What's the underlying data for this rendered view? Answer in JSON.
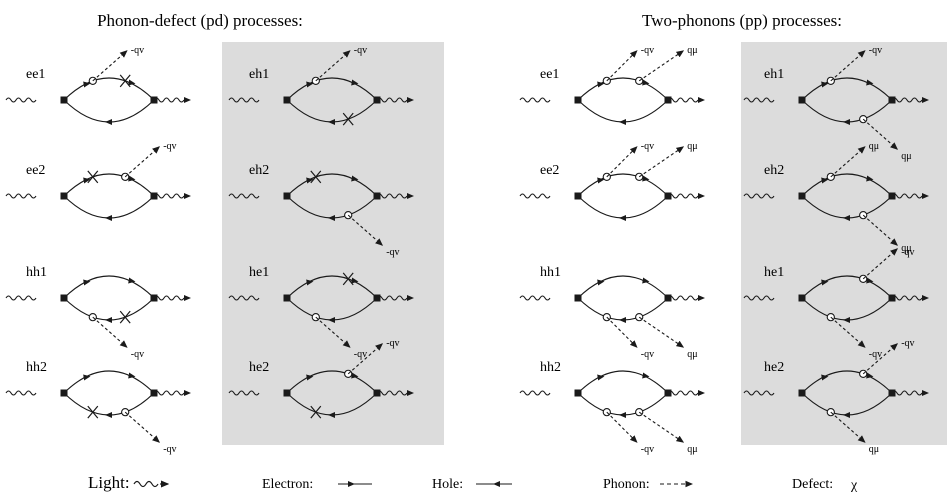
{
  "titles": {
    "left": "Phonon-defect (pd) processes:",
    "right": "Two-phonons (pp) processes:"
  },
  "colors": {
    "ink": "#1a1a1a",
    "panel": "#dcdcdc"
  },
  "diagrams": [
    {
      "id": "pd-ee1",
      "label": "ee1",
      "topEmit": "-qv",
      "markers": [
        "top-open-left",
        "top-defect-right"
      ]
    },
    {
      "id": "pd-eh1",
      "label": "eh1",
      "topEmit": "-qv",
      "markers": [
        "top-open-left",
        "bottom-defect-right"
      ]
    },
    {
      "id": "pd-ee2",
      "label": "ee2",
      "topEmit": "-qv",
      "markers": [
        "top-defect-left",
        "top-open-right"
      ]
    },
    {
      "id": "pd-eh2",
      "label": "eh2",
      "bottomEmit": "-qv",
      "markers": [
        "top-defect-left",
        "bottom-open-right"
      ]
    },
    {
      "id": "pd-hh1",
      "label": "hh1",
      "bottomEmit": "-qv",
      "markers": [
        "bottom-open-left",
        "bottom-defect-right"
      ]
    },
    {
      "id": "pd-he1",
      "label": "he1",
      "bottomEmit": "-qv",
      "markers": [
        "bottom-open-left",
        "top-defect-right"
      ]
    },
    {
      "id": "pd-hh2",
      "label": "hh2",
      "bottomEmit": "-qv",
      "markers": [
        "bottom-defect-left",
        "bottom-open-right"
      ]
    },
    {
      "id": "pd-he2",
      "label": "he2",
      "topEmit": "-qv",
      "markers": [
        "bottom-defect-left",
        "top-open-right"
      ]
    },
    {
      "id": "pp-ee1",
      "label": "ee1",
      "topEmit": "-qv",
      "topEmit2": "qμ",
      "markers": [
        "top-open-left",
        "top-open-right"
      ]
    },
    {
      "id": "pp-eh1",
      "label": "eh1",
      "topEmit": "-qv",
      "bottomEmit": "qμ",
      "markers": [
        "top-open-left",
        "bottom-open-right"
      ]
    },
    {
      "id": "pp-ee2",
      "label": "ee2",
      "topEmit": "-qv",
      "topEmit2": "qμ",
      "markers": [
        "top-open-left",
        "top-open-right"
      ]
    },
    {
      "id": "pp-eh2",
      "label": "eh2",
      "topEmit": "qμ",
      "bottomEmit": "-qv",
      "markers": [
        "top-open-left",
        "bottom-open-right"
      ]
    },
    {
      "id": "pp-hh1",
      "label": "hh1",
      "bottomEmit": "-qv",
      "bottomEmit2": "qμ",
      "markers": [
        "bottom-open-left",
        "bottom-open-right"
      ]
    },
    {
      "id": "pp-he1",
      "label": "he1",
      "topEmit": "qμ",
      "bottomEmit": "-qv",
      "markers": [
        "bottom-open-left",
        "top-open-right"
      ]
    },
    {
      "id": "pp-hh2",
      "label": "hh2",
      "bottomEmit": "-qv",
      "bottomEmit2": "qμ",
      "markers": [
        "bottom-open-left",
        "bottom-open-right"
      ]
    },
    {
      "id": "pp-he2",
      "label": "he2",
      "topEmit": "-qv",
      "bottomEmit": "qμ",
      "markers": [
        "bottom-open-left",
        "top-open-right"
      ]
    }
  ],
  "legend": {
    "light": "Light:",
    "electron": "Electron:",
    "hole": "Hole:",
    "phonon": "Phonon:",
    "defect": "Defect:",
    "defect_symbol": "χ"
  }
}
